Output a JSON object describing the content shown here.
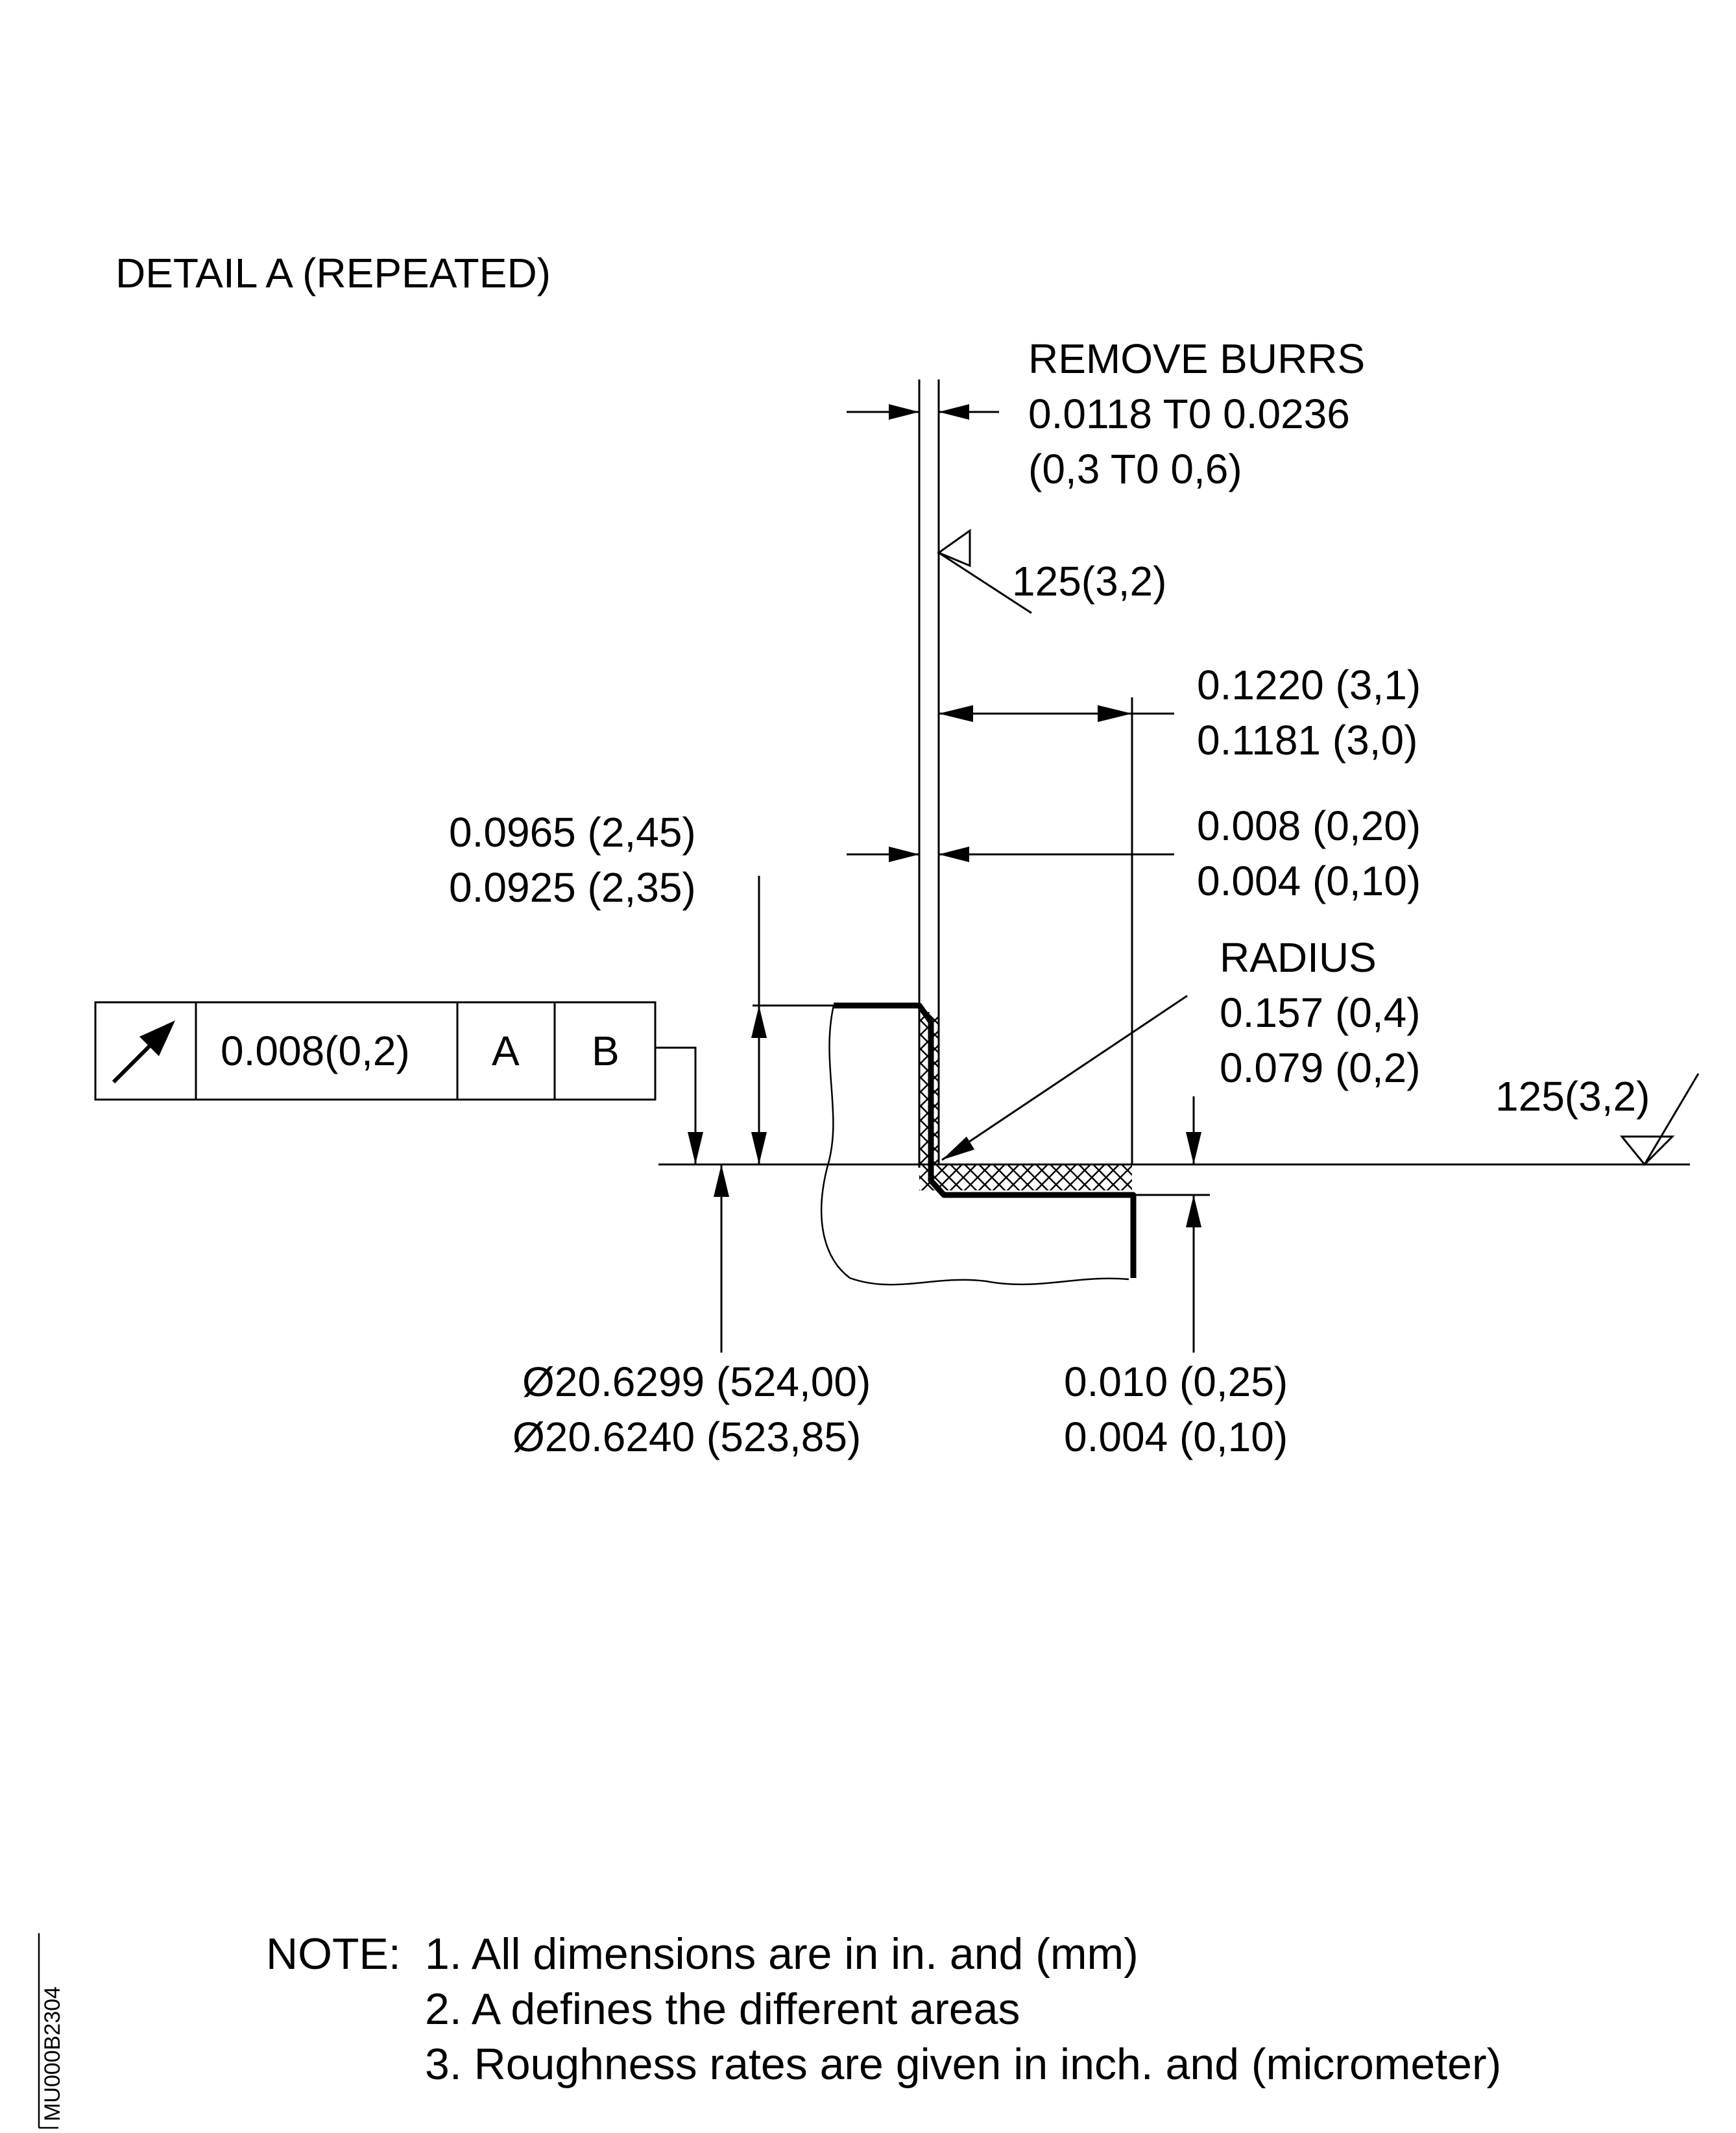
{
  "title": "DETAIL A (REPEATED)",
  "burr_callout": {
    "label": "REMOVE BURRS",
    "inch": "0.0118 T0 0.0236",
    "mm": "(0,3 T0 0,6)"
  },
  "roughness_vertical": "125(3,2)",
  "roughness_horizontal": "125(3,2)",
  "dim_width": {
    "upper": "0.1220 (3,1)",
    "lower": "0.1181 (3,0)"
  },
  "dim_coating": {
    "upper": "0.008 (0,20)",
    "lower": "0.004 (0,10)"
  },
  "dim_height": {
    "upper": "0.0965 (2,45)",
    "lower": "0.0925 (2,35)"
  },
  "radius": {
    "label": "RADIUS",
    "upper": "0.157 (0,4)",
    "lower": "0.079 (0,2)"
  },
  "feature_control_frame": {
    "symbol": "circular-runout-icon",
    "tolerance": "0.008(0,2)",
    "datum_1": "A",
    "datum_2": "B"
  },
  "dim_diameter": {
    "upper": "Ø20.6299 (524,00)",
    "lower": "Ø20.6240 (523,85)"
  },
  "dim_thickness": {
    "upper": "0.010 (0,25)",
    "lower": "0.004 (0,10)"
  },
  "notes": {
    "prefix": "NOTE:",
    "items": [
      "1. All dimensions are in in. and (mm)",
      "2. A defines the different areas",
      "3. Roughness rates are given in inch. and (micrometer)"
    ]
  },
  "side_reference": "MU000B2304"
}
